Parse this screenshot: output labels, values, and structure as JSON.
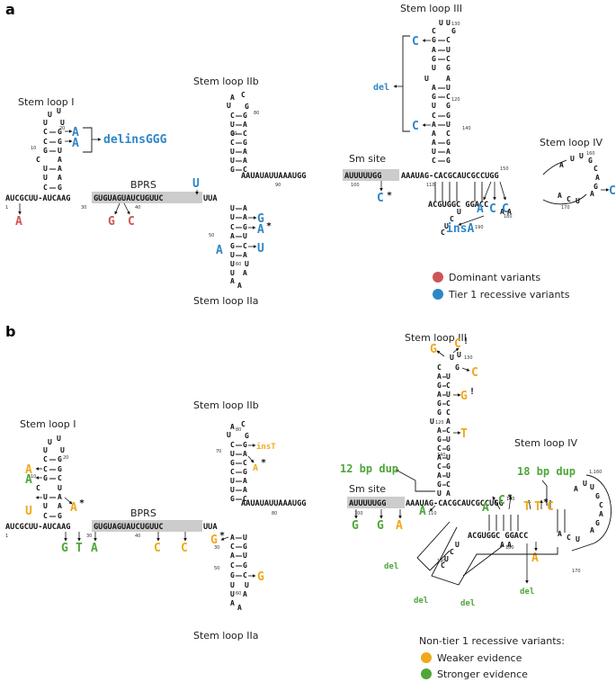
{
  "colors": {
    "dominant": "#cc5555",
    "tier1": "#2e86c8",
    "weaker": "#f0a81c",
    "stronger": "#4fa63a",
    "highlight": "#cccccc"
  },
  "panel_a": {
    "panel_label": "a",
    "region_labels": {
      "stem_loop_1": "Stem loop I",
      "stem_loop_2b": "Stem loop IIb",
      "stem_loop_2a": "Stem loop IIa",
      "stem_loop_3": "Stem loop III",
      "stem_loop_4": "Stem loop IV",
      "bprs": "BPRS",
      "sm_site": "Sm site"
    },
    "sequence": {
      "seg_5prime": "AUCGCUU-AUCAAG",
      "bprs_seq": "GUGUAGUAUCUGUUC",
      "seg_tail": "UUA",
      "linker": "AAUAUAUUAAAUGG",
      "sm_seq": "AUUUUUGG",
      "linker2": "AAAUAG-CACGCAUCGCCUGG",
      "bottom_4": "ACGUGGC GGACC"
    },
    "variants": {
      "delinsggg": "delinsGGG",
      "del": "del",
      "insa": "insA",
      "dom_a": "A",
      "dom_g": "G",
      "dom_c": "C",
      "u_top": "U",
      "c_sm": "C",
      "star": "*",
      "var_g": "G",
      "var_a": "A",
      "var_u": "U",
      "var_a2": "A",
      "var_c_sl3a": "C",
      "var_c_sl3b": "C",
      "var_c_sl4": "C",
      "acc1": "A",
      "acc2": "C",
      "acc3": "C",
      "sl1_a1": "A",
      "sl1_a2": "A"
    },
    "legend": {
      "dominant": "Dominant variants",
      "tier1": "Tier 1 recessive variants"
    }
  },
  "panel_b": {
    "panel_label": "b",
    "region_labels": {
      "stem_loop_1": "Stem loop I",
      "stem_loop_2b": "Stem loop IIb",
      "stem_loop_2a": "Stem loop IIa",
      "stem_loop_3": "Stem loop III",
      "stem_loop_4": "Stem loop IV",
      "bprs": "BPRS",
      "sm_site": "Sm site"
    },
    "sequence": {
      "seg_5prime": "AUCGCUU-AUCAAG",
      "bprs_seq": "GUGUAGUAUCUGUUC",
      "seg_tail": "UUA",
      "linker": "AAUAUAUUAAAUGG",
      "sm_seq": "AUUUUUGG",
      "linker2": "AAAUAG-CACGCAUCGCCUGG",
      "bottom_4": "ACGUGGC GGACC"
    },
    "variants": {
      "ins_t": "insT",
      "dup12": "12 bp dup",
      "dup18": "18 bp dup",
      "del": "del",
      "star": "*",
      "excl": "!",
      "w_a1": "A",
      "w_a2": "A",
      "w_u": "U",
      "w_a_star": "A",
      "w_c1": "C",
      "w_g_star": "G",
      "w_a_2b": "A",
      "w_g_2a": "G",
      "w_g_sl3": "G",
      "w_c_sl3": "C",
      "w_c2_sl3": "C",
      "w_g2_sl3": "G",
      "w_t_sl3": "T",
      "w_a_sm": "A",
      "w_t1": "T",
      "w_t2": "T",
      "w_c_sl4": "C",
      "w_a_bot": "A",
      "s_g": "G",
      "s_t": "T",
      "s_a": "A",
      "s_g_sm1": "G",
      "s_g_sm2": "G",
      "s_a_sl3": "A",
      "s_a_sl4": "A",
      "s_c_sl4": "C"
    },
    "legend": {
      "heading": "Non-tier 1 recessive variants:",
      "weaker": "Weaker evidence",
      "stronger": "Stronger evidence"
    }
  }
}
